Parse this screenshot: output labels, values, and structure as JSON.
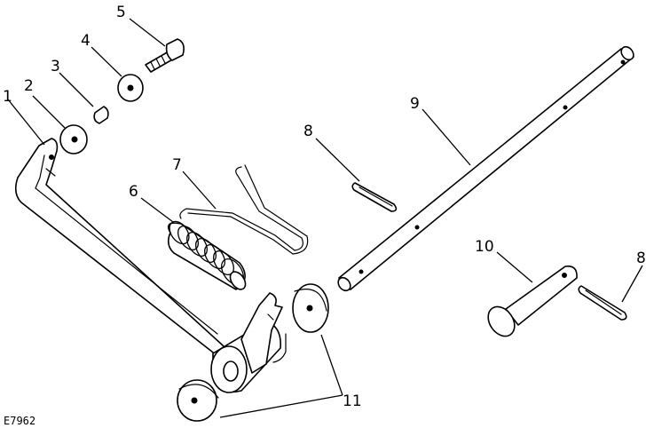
{
  "figure_code": "E7962",
  "callouts": [
    {
      "id": "1",
      "label": "1"
    },
    {
      "id": "2",
      "label": "2"
    },
    {
      "id": "3",
      "label": "3"
    },
    {
      "id": "4",
      "label": "4"
    },
    {
      "id": "5",
      "label": "5"
    },
    {
      "id": "6",
      "label": "6"
    },
    {
      "id": "7",
      "label": "7"
    },
    {
      "id": "8a",
      "label": "8"
    },
    {
      "id": "9",
      "label": "9"
    },
    {
      "id": "10",
      "label": "10"
    },
    {
      "id": "8b",
      "label": "8"
    },
    {
      "id": "11",
      "label": "11"
    }
  ]
}
